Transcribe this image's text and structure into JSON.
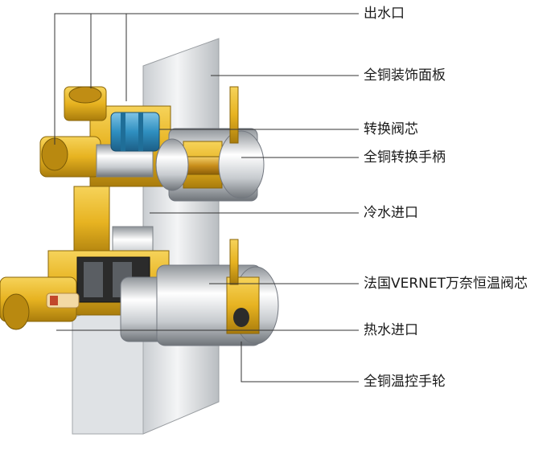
{
  "labels": [
    "出水口",
    "全铜装饰面板",
    "转换阀芯",
    "全铜转换手柄",
    "冷水进口",
    "法国VERNET万奈恒温阀芯",
    "热水进口",
    "全铜温控手轮"
  ],
  "colors": {
    "brass": "#e7b321",
    "brass_dark": "#b3850f",
    "chrome": "#d9dcdf",
    "cartridge_blue": "#2f8fc0",
    "leader_line": "#333333"
  }
}
